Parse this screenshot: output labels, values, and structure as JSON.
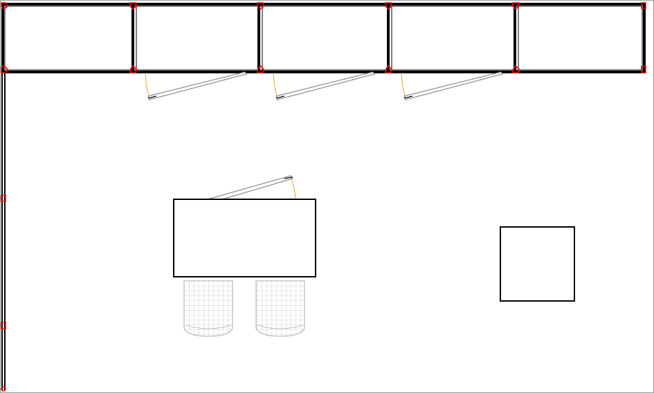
{
  "plan": {
    "background": "#ffffff",
    "border_color": "#9a9a9a",
    "wall_color": "#000000",
    "connector_color": "#ff0000",
    "door_panel_color": "#8c8c8c",
    "swing_arc_color": "#f0a020",
    "chair_mesh_color": "#a8a8a8",
    "cabinet_count": 5,
    "wall_door_count": 3,
    "chair_count": 2
  }
}
